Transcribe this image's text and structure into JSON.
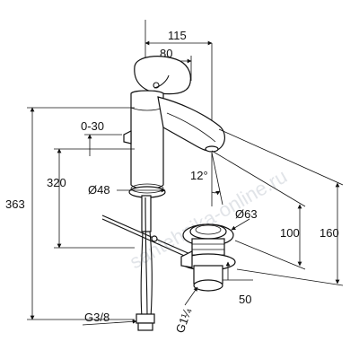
{
  "dimensions": {
    "total_height": "363",
    "spout_height": "320",
    "lever_travel": "0-30",
    "overall_length": "115",
    "spout_reach": "80",
    "spout_angle": "12°",
    "base_diameter": "Ø48",
    "waste_diameter": "Ø63",
    "dim_100": "100",
    "dim_160": "160",
    "dim_50": "50",
    "hose_thread": "G3/8",
    "waste_thread": "G1¼"
  },
  "watermark": "santehnika-online.ru"
}
